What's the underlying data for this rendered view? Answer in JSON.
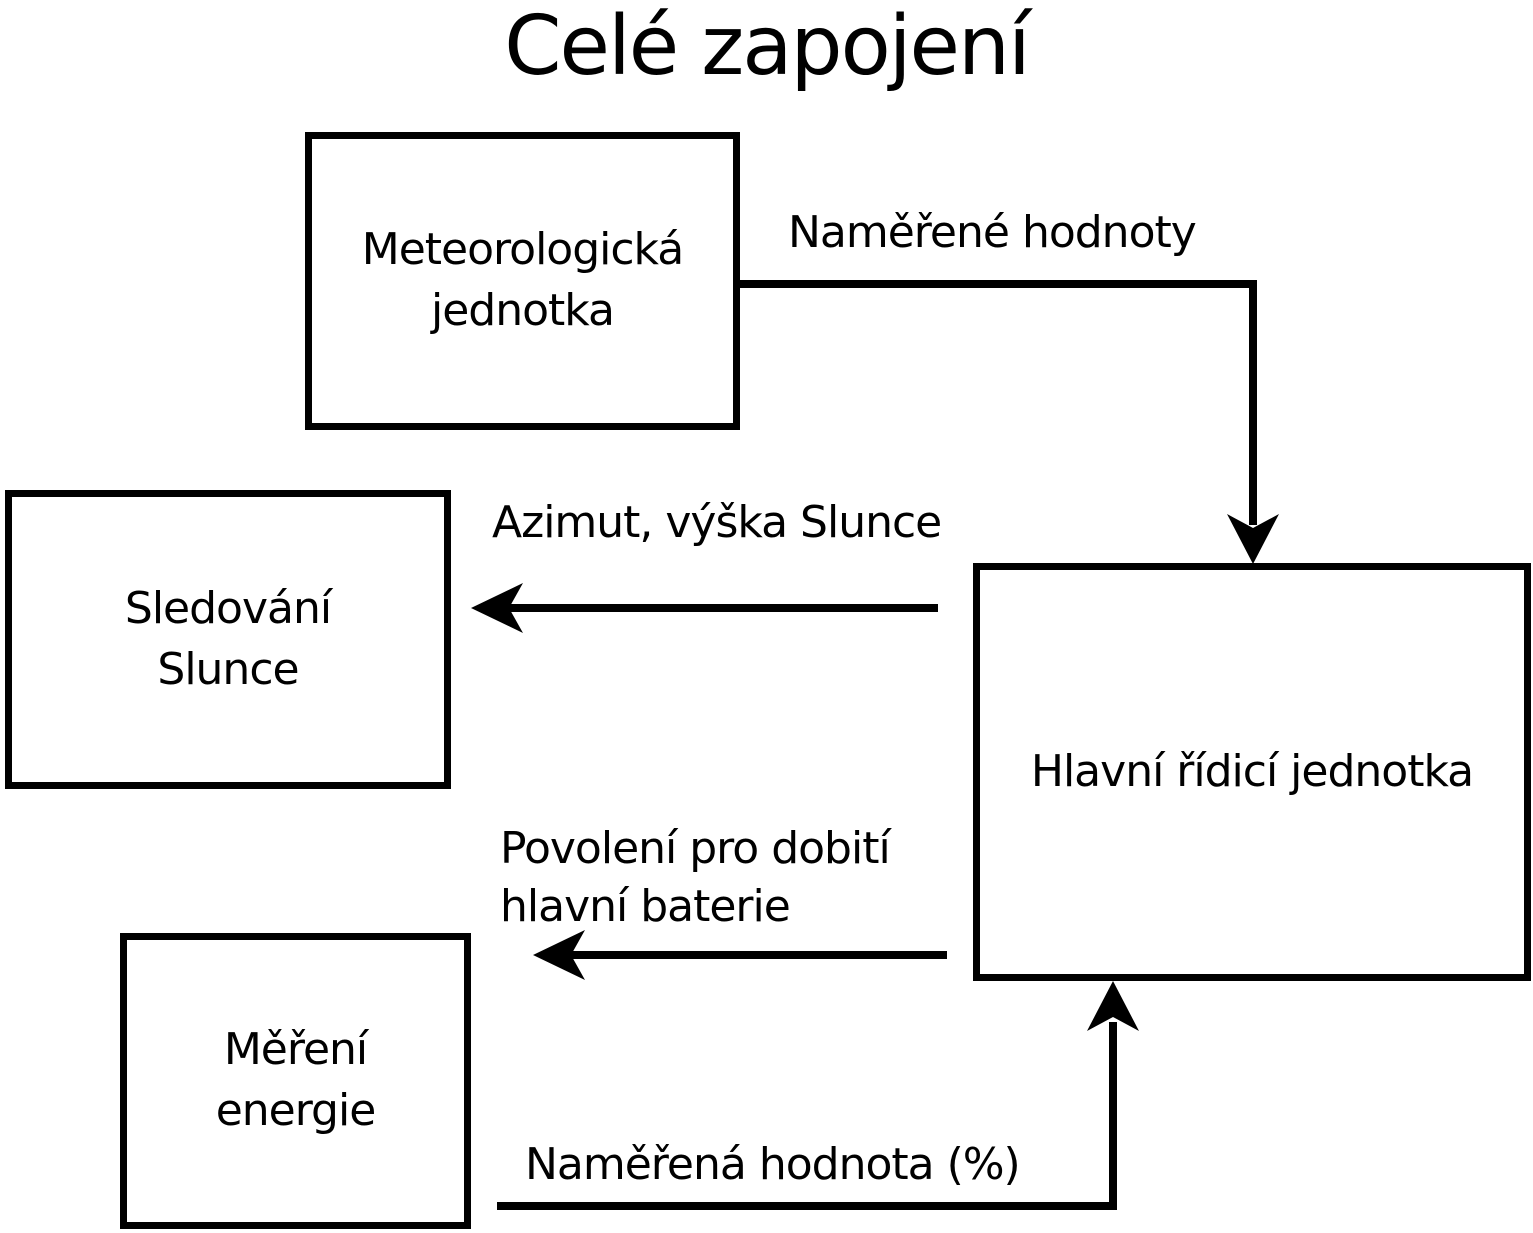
{
  "title": "Celé zapojení",
  "colors": {
    "background": "#ffffff",
    "line": "#000000",
    "text": "#000000"
  },
  "nodes": {
    "meteo": {
      "label": "Meteorologická\njednotka"
    },
    "sledovani": {
      "label": "Sledování\nSlunce"
    },
    "hlavni": {
      "label": "Hlavní řídicí jednotka"
    },
    "mereni": {
      "label": "Měření\nenergie"
    }
  },
  "edges": {
    "namerene_hodnoty": {
      "label": "Naměřené hodnoty",
      "from": "meteo",
      "to": "hlavni",
      "direction": "down"
    },
    "azimut_vyska": {
      "label": "Azimut, výška Slunce",
      "from": "hlavni",
      "to": "sledovani",
      "direction": "left"
    },
    "povoleni_dobiti": {
      "label": "Povolení pro dobití\nhlavní baterie",
      "from": "hlavni",
      "direction": "left"
    },
    "namerena_hodnota": {
      "label": "Naměřená hodnota (%)",
      "from": "mereni",
      "to": "hlavni",
      "direction": "up"
    }
  }
}
